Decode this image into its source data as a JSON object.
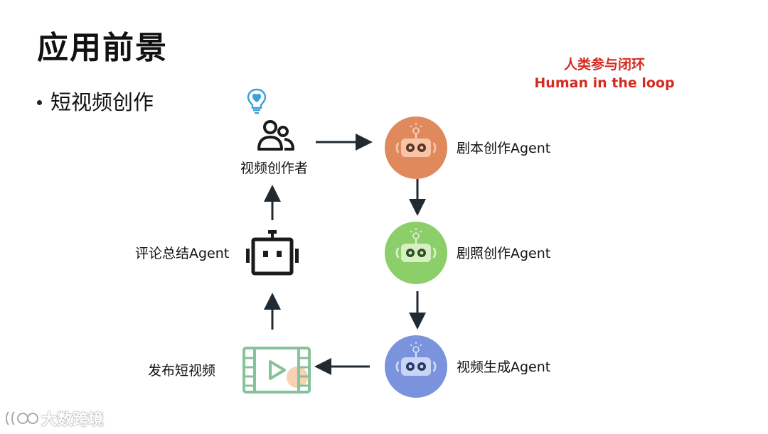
{
  "slide": {
    "title": "应用前景",
    "bullet": "短视频创作"
  },
  "hitl": {
    "line1": "人类参与闭环",
    "line2": "Human in the loop",
    "color": "#d42a1f"
  },
  "nodes": {
    "creator": {
      "label": "视频创作者",
      "icon": "person-group-icon"
    },
    "script_agent": {
      "label": "剧本创作Agent",
      "icon": "robot-icon",
      "color": "#e0895c"
    },
    "photo_agent": {
      "label": "剧照创作Agent",
      "icon": "robot-icon",
      "color": "#8ccf6a"
    },
    "video_agent": {
      "label": "视频生成Agent",
      "icon": "robot-icon",
      "color": "#7b93dc"
    },
    "publish": {
      "label": "发布短视频",
      "icon": "film-play-icon",
      "color": "#86c29a"
    },
    "review_agent": {
      "label": "评论总结Agent",
      "icon": "robot-outline-icon"
    }
  },
  "decor": {
    "bulb": "lightbulb-icon"
  },
  "watermark": {
    "text": "大数跨境"
  }
}
